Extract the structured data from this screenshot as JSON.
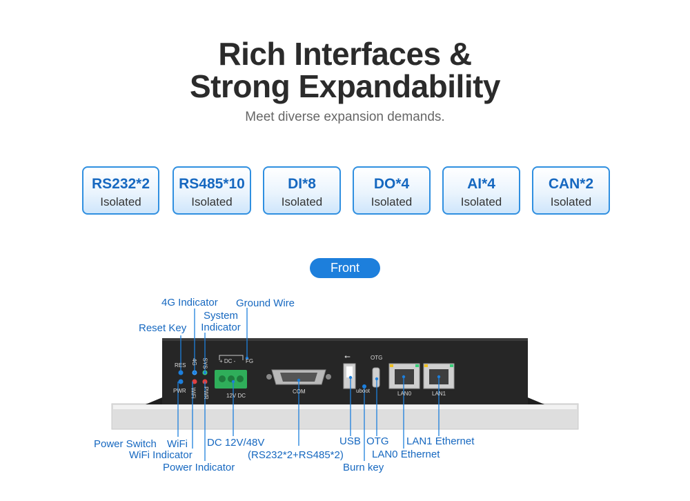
{
  "header": {
    "title_line1": "Rich Interfaces &",
    "title_line2": "Strong Expandability",
    "subtitle": "Meet diverse expansion demands."
  },
  "features": [
    {
      "name": "RS232*2",
      "sub": "Isolated"
    },
    {
      "name": "RS485*10",
      "sub": "Isolated"
    },
    {
      "name": "DI*8",
      "sub": "Isolated"
    },
    {
      "name": "DO*4",
      "sub": "Isolated"
    },
    {
      "name": "AI*4",
      "sub": "Isolated"
    },
    {
      "name": "CAN*2",
      "sub": "Isolated"
    }
  ],
  "view_label": "Front",
  "callouts": {
    "indicator_4g": "4G Indicator",
    "ground_wire": "Ground Wire",
    "system_indicator": "System\nIndicator",
    "reset_key": "Reset Key",
    "power_switch": "Power Switch",
    "wifi_top": "WiFi",
    "wifi_indicator": "WiFi Indicator",
    "power_indicator": "Power Indicator",
    "dc": "DC 12V/48V",
    "com": "(RS232*2+RS485*2)",
    "usb": "USB",
    "otg": "OTG",
    "burn_key": "Burn key",
    "lan0": "LAN0 Ethernet",
    "lan1": "LAN1 Ethernet"
  },
  "panel_markings": {
    "res": "RES",
    "pwr": "PWR",
    "g4": "4G",
    "sys": "SYS",
    "wifi": "WiFi",
    "pwr2": "PWR",
    "dc_label": "+ DC -",
    "fg": "FG",
    "v12dc": "12V DC",
    "com": "COM",
    "uboot": "uboot",
    "otg": "OTG",
    "lan0": "LAN0",
    "lan1": "LAN1"
  },
  "colors": {
    "accent": "#1d7fdc",
    "label_blue": "#1668c0",
    "device_body": "#262626",
    "terminal_green": "#2fae5a"
  }
}
